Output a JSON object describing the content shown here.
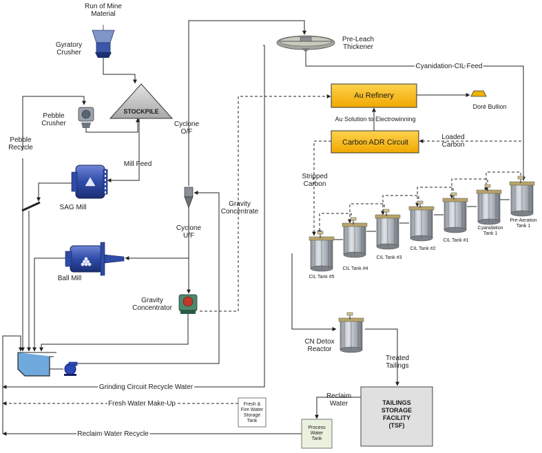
{
  "nodes": {
    "run_of_mine": "Run of Mine\nMaterial",
    "gyratory_crusher": "Gyratory\nCrusher",
    "stockpile": "STOCKPILE",
    "pebble_crusher": "Pebble\nCrusher",
    "pebble_recycle": "Pebble\nRecycle",
    "mill_feed": "Mill Feed",
    "sag_mill": "SAG Mill",
    "ball_mill": "Ball Mill",
    "cyclone_of": "Cyclone\nO/F",
    "cyclone_uf": "Cyclone\nU/F",
    "gravity_concentrate": "Gravity\nConcentrate",
    "gravity_concentrator": "Gravity\nConcentrator",
    "pre_leach_thickener": "Pre-Leach\nThickener",
    "au_refinery": "Au Refinery",
    "dore_bullion": "Doré Bullion",
    "au_solution": "Au Solution to Electrowinning",
    "carbon_adr": "Carbon ADR Circuit",
    "loaded_carbon": "Loaded\nCarbon",
    "stripped_carbon": "Stripped\nCarbon",
    "cn_detox": "CN Detox\nReactor",
    "treated_tailings": "Treated\nTailings",
    "reclaim_water": "Reclaim\nWater",
    "tsf": "TAILINGS\nSTORAGE\nFACILITY\n(TSF)",
    "fresh_fire_tank": "Fresh &\nFire Water\nStorage\nTank",
    "process_water_tank": "Process\nWater\nTank"
  },
  "tanks": {
    "pre_aeration": "Pre-Aeration\nTank 1",
    "cyanidation": "Cyanidation\nTank 1",
    "cil1": "CIL Tank #1",
    "cil2": "CIL Tank #2",
    "cil3": "CIL Tank #3",
    "cil4": "CIL Tank #4",
    "cil5": "CIL Tank #5"
  },
  "flows": {
    "cyanidation_cil_feed": "Cyanidation-CIL Feed",
    "grinding_recycle": "Grinding Circuit Recycle Water",
    "fresh_water": "Fresh Water Make-Up",
    "reclaim_recycle": "Reclaim Water Recycle"
  },
  "colors": {
    "gold_box": "#f5b800",
    "mill_blue": "#2f4ba8",
    "sump_blue": "#6fa8dc",
    "stockpile_grey": "#c8c8c8",
    "tsf_grey": "#e0e0e0",
    "process_tank_green": "#eaf2df"
  }
}
